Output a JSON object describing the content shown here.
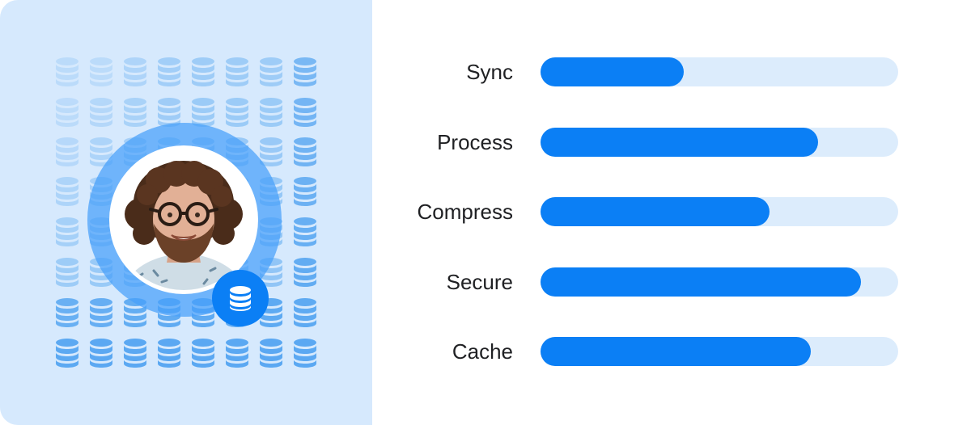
{
  "colors": {
    "accent": "#0b7ff5",
    "track": "#dcecfc",
    "panel": "#d6e9fd",
    "icon_light": "#8cc3f6",
    "icon_mid": "#5aa8f2"
  },
  "left_panel": {
    "background_icon": "database-icon",
    "avatar": "profile-photo",
    "badge_icon": "database-icon"
  },
  "bars": [
    {
      "label": "Sync",
      "progress": 0.4
    },
    {
      "label": "Process",
      "progress": 0.775
    },
    {
      "label": "Compress",
      "progress": 0.64
    },
    {
      "label": "Secure",
      "progress": 0.895
    },
    {
      "label": "Cache",
      "progress": 0.755
    }
  ]
}
